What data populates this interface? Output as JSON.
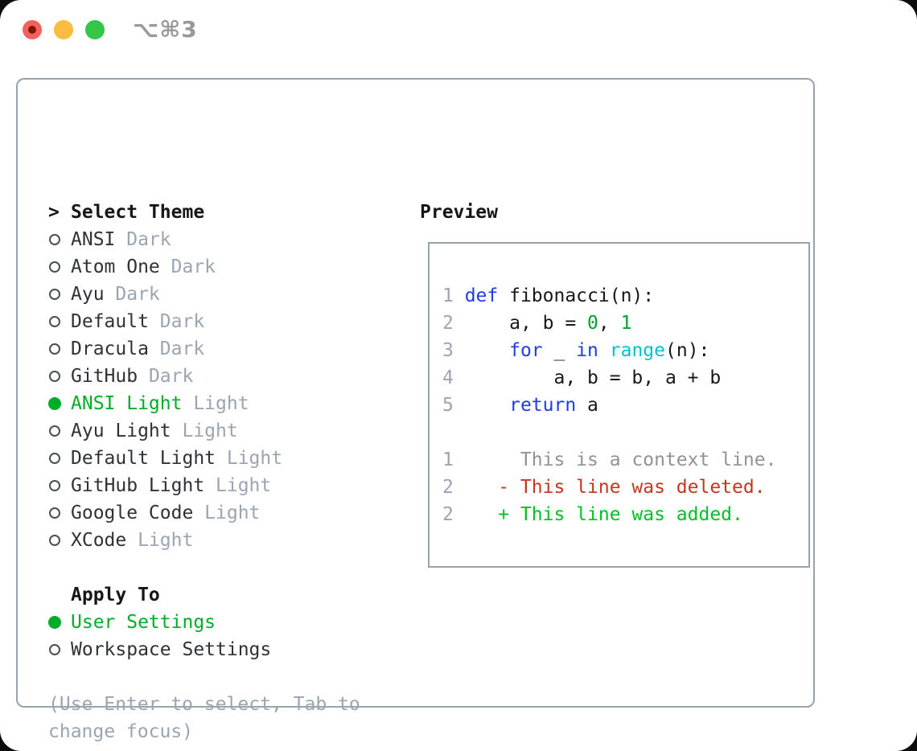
{
  "window": {
    "title": "⌥⌘3",
    "traffic_lights": [
      {
        "name": "close",
        "color": "#f4615b",
        "has_inner_dot": true,
        "inner_dot_color": "#7e130b"
      },
      {
        "name": "minimize",
        "color": "#fcbc40",
        "has_inner_dot": false
      },
      {
        "name": "zoom",
        "color": "#34c649",
        "has_inner_dot": false
      }
    ]
  },
  "theme_list": {
    "header_prefix": ">",
    "header": "Select Theme",
    "items": [
      {
        "name": "ANSI",
        "variant": "Dark",
        "selected": false
      },
      {
        "name": "Atom One",
        "variant": "Dark",
        "selected": false
      },
      {
        "name": "Ayu",
        "variant": "Dark",
        "selected": false
      },
      {
        "name": "Default",
        "variant": "Dark",
        "selected": false
      },
      {
        "name": "Dracula",
        "variant": "Dark",
        "selected": false
      },
      {
        "name": "GitHub",
        "variant": "Dark",
        "selected": false
      },
      {
        "name": "ANSI Light",
        "variant": "Light",
        "selected": true
      },
      {
        "name": "Ayu Light",
        "variant": "Light",
        "selected": false
      },
      {
        "name": "Default Light",
        "variant": "Light",
        "selected": false
      },
      {
        "name": "GitHub Light",
        "variant": "Light",
        "selected": false
      },
      {
        "name": "Google Code",
        "variant": "Light",
        "selected": false
      },
      {
        "name": "XCode",
        "variant": "Light",
        "selected": false
      }
    ]
  },
  "apply_to": {
    "header": "Apply To",
    "options": [
      {
        "label": "User Settings",
        "selected": true
      },
      {
        "label": "Workspace Settings",
        "selected": false
      }
    ]
  },
  "hint": {
    "lines": [
      "(Use Enter to select, Tab to",
      "change focus)"
    ]
  },
  "preview": {
    "header": "Preview",
    "code_lines": [
      {
        "num": "1",
        "tokens": [
          {
            "t": "def",
            "c": "kw"
          },
          {
            "t": " fibonacci(n):",
            "c": "fg"
          }
        ]
      },
      {
        "num": "2",
        "tokens": [
          {
            "t": "    a, b = ",
            "c": "fg"
          },
          {
            "t": "0",
            "c": "num"
          },
          {
            "t": ", ",
            "c": "fg"
          },
          {
            "t": "1",
            "c": "num"
          }
        ]
      },
      {
        "num": "3",
        "tokens": [
          {
            "t": "    ",
            "c": "fg"
          },
          {
            "t": "for",
            "c": "kw"
          },
          {
            "t": " _ ",
            "c": "fg"
          },
          {
            "t": "in",
            "c": "kw"
          },
          {
            "t": " ",
            "c": "fg"
          },
          {
            "t": "range",
            "c": "fn"
          },
          {
            "t": "(n):",
            "c": "fg"
          }
        ]
      },
      {
        "num": "4",
        "tokens": [
          {
            "t": "        a, b = b, a + b",
            "c": "fg"
          }
        ]
      },
      {
        "num": "5",
        "tokens": [
          {
            "t": "    ",
            "c": "fg"
          },
          {
            "t": "return",
            "c": "kw"
          },
          {
            "t": " a",
            "c": "fg"
          }
        ]
      }
    ],
    "diff_lines": [
      {
        "num": "1",
        "marker": " ",
        "text": "This is a context line.",
        "kind": "context"
      },
      {
        "num": "2",
        "marker": "-",
        "text": "This line was deleted.",
        "kind": "deleted"
      },
      {
        "num": "2",
        "marker": "+",
        "text": "This line was added.",
        "kind": "added"
      }
    ]
  },
  "colors": {
    "accent_green": "#00ac28",
    "added_green": "#00c122",
    "deleted_red": "#c2381f",
    "keyword_blue": "#1e3cea",
    "function_cyan": "#00c2cc",
    "number_green": "#00a42b",
    "muted_gray": "#9aa5b1",
    "context_gray": "#8f9399",
    "border_gray": "#99a3ae",
    "text_dark": "#2e3136"
  }
}
